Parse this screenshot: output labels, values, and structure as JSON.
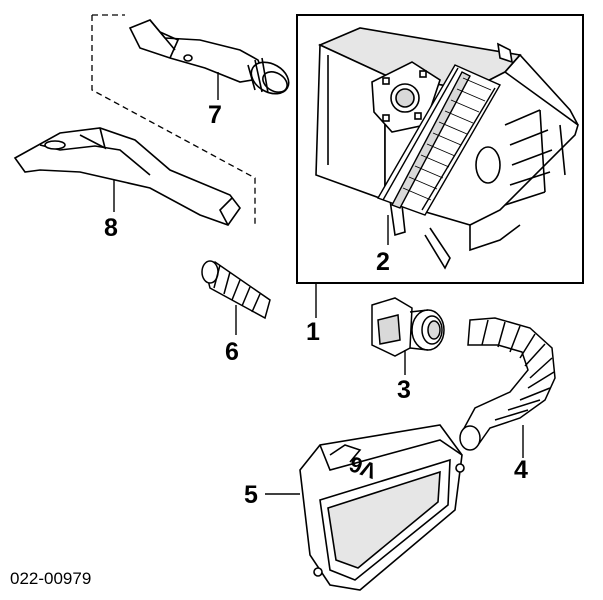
{
  "diagram": {
    "document_number": "022-00979",
    "callouts": [
      {
        "id": "c1",
        "label": "1"
      },
      {
        "id": "c2",
        "label": "2"
      },
      {
        "id": "c3",
        "label": "3"
      },
      {
        "id": "c4",
        "label": "4"
      },
      {
        "id": "c5",
        "label": "5"
      },
      {
        "id": "c6",
        "label": "6"
      },
      {
        "id": "c7",
        "label": "7"
      },
      {
        "id": "c8",
        "label": "8"
      }
    ],
    "housing_marking": "V6"
  },
  "colors": {
    "line": "#000000",
    "background": "#ffffff",
    "shade": "#d9d9d9"
  }
}
